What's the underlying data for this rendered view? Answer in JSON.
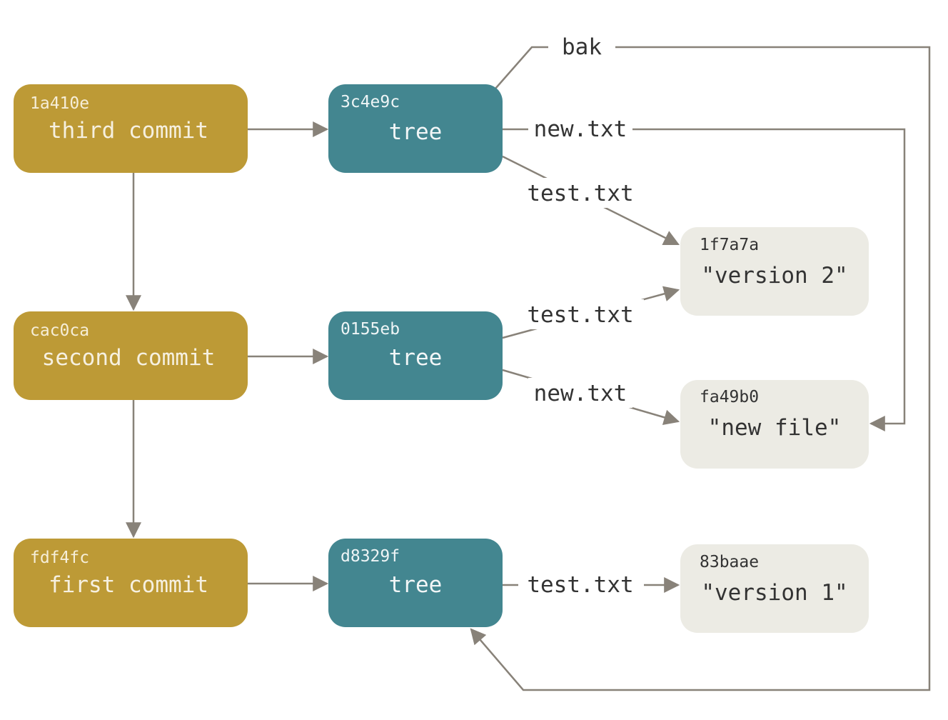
{
  "colors": {
    "commit": "#bd9a36",
    "tree": "#438690",
    "blob": "#ecebe4",
    "edge": "#888279"
  },
  "commits": [
    {
      "hash": "1a410e",
      "message": "third commit"
    },
    {
      "hash": "cac0ca",
      "message": "second commit"
    },
    {
      "hash": "fdf4fc",
      "message": "first commit"
    }
  ],
  "trees": [
    {
      "hash": "3c4e9c",
      "label": "tree"
    },
    {
      "hash": "0155eb",
      "label": "tree"
    },
    {
      "hash": "d8329f",
      "label": "tree"
    }
  ],
  "blobs": [
    {
      "hash": "1f7a7a",
      "content": "\"version 2\""
    },
    {
      "hash": "fa49b0",
      "content": "\"new file\""
    },
    {
      "hash": "83baae",
      "content": "\"version 1\""
    }
  ],
  "edge_labels": {
    "bak": "bak",
    "tree1_new": "new.txt",
    "tree1_test": "test.txt",
    "tree2_test": "test.txt",
    "tree2_new": "new.txt",
    "tree3_test": "test.txt"
  }
}
